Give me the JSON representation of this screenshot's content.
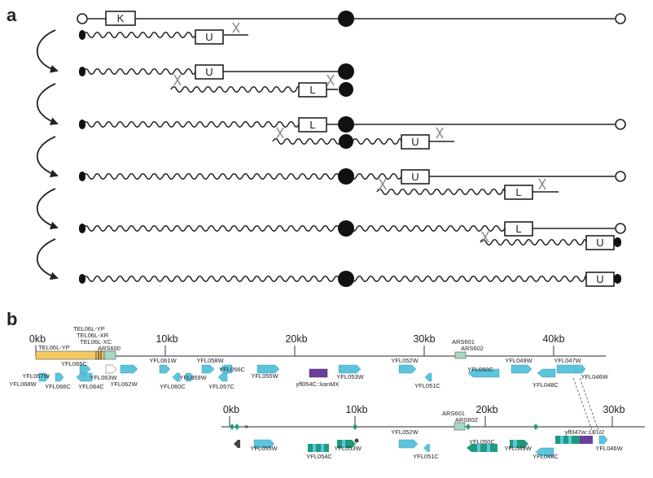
{
  "panel_a": {
    "label": "a",
    "row1": {
      "box": "K"
    },
    "row2": {
      "box": "U"
    },
    "row3": {
      "box1": "U",
      "box2": "L"
    },
    "row4": {
      "box1": "L",
      "box2": "U"
    },
    "row5": {
      "box1": "U",
      "box2": "L"
    },
    "row6": {
      "box1": "L",
      "box2": "U"
    },
    "row7": {
      "box": "U"
    }
  },
  "panel_b": {
    "label": "b",
    "top_axis": {
      "ticks": [
        "0kb",
        "10kb",
        "20kb",
        "30kb",
        "40kb"
      ]
    },
    "bottom_axis": {
      "ticks": [
        "0kb",
        "10kb",
        "20kb",
        "30kb"
      ]
    },
    "top_labels": {
      "tel_yp_box": "TEL06L-YP",
      "tel_yp": "TEL06L-YP",
      "tel_xr": "TEL06L-XR",
      "tel_xc": "TEL06L-XC",
      "ars600": "ARS600",
      "ars601": "ARS601",
      "ars602": "ARS602"
    },
    "top_genes_above": [
      "YFL065C",
      "YFL063W",
      "YFL062W",
      "YFL061W",
      "YFL058W",
      "YFL056C",
      "YFL052W",
      "YFL049W",
      "YFL047W"
    ],
    "top_genes_below": [
      "YFL067W",
      "YFL068W",
      "YFL066C",
      "YFL064C",
      "YFL060C",
      "YFL059W",
      "YFL057C",
      "YFL055W",
      "yfl054C::kanMX",
      "YFL053W",
      "YFL051C",
      "YFL050C",
      "YFL048C",
      "YFL046W"
    ],
    "bottom_labels": {
      "ars601": "ARS601",
      "ars602": "ARS602",
      "yfl052w": "YFL052W",
      "yfl047w_leu2": "yfl047w::LEU2",
      "yfl055w": "YFL055W",
      "yfl053w": "YFL053W",
      "yfl054c": "YFL054C",
      "yfl051c": "YFL051C",
      "yfl050c": "YFL050C",
      "yfl049w": "YFL049W",
      "yfl048c": "YFL048C",
      "yfl046w": "YFL046W"
    },
    "colors": {
      "gene": "#5ec4dc",
      "gene_dark": "#1f9a7e",
      "telomere": "#f5c962",
      "ars": "#a7d9c2",
      "kanmx": "#6b3f97",
      "chrom_line": "#555555"
    }
  }
}
